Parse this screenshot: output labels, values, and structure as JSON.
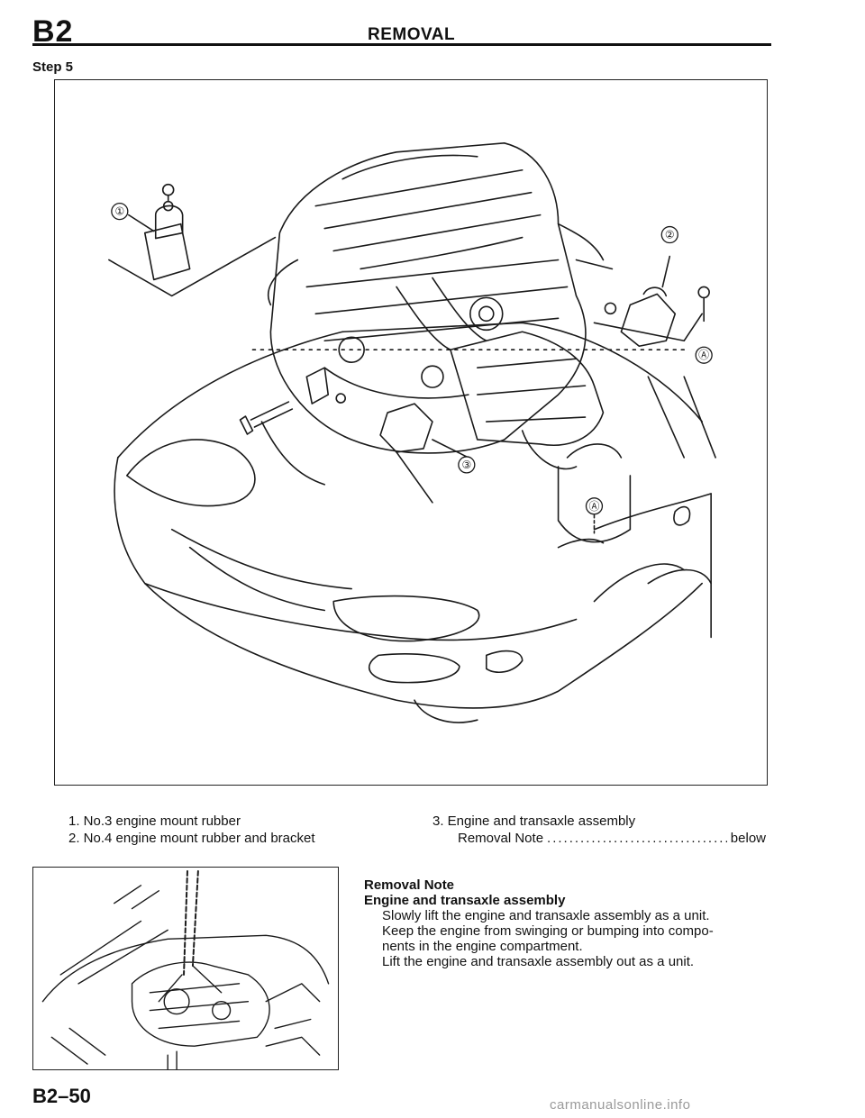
{
  "header": {
    "section": "B2",
    "title": "REMOVAL"
  },
  "step": "Step 5",
  "figure": {
    "callouts": [
      "①",
      "②",
      "③",
      "Ⓐ",
      "Ⓐ"
    ]
  },
  "legend": {
    "item1": "1. No.3 engine mount rubber",
    "item2": "2. No.4 engine mount rubber and bracket",
    "item3": "3. Engine and transaxle assembly",
    "item3_note": "Removal Note",
    "item3_dots": "........................................................",
    "item3_ref": "below"
  },
  "note": {
    "heading": "Removal Note",
    "subheading": "Engine and transaxle assembly",
    "line1": "Slowly lift the engine and transaxle assembly as a unit.",
    "line2": "Keep the engine from swinging or bumping into compo-",
    "line3": "nents in the engine compartment.",
    "line4": "Lift the engine and transaxle assembly out as a unit."
  },
  "footer": {
    "page": "B2–50",
    "watermark": "carmanualsonline.info"
  }
}
